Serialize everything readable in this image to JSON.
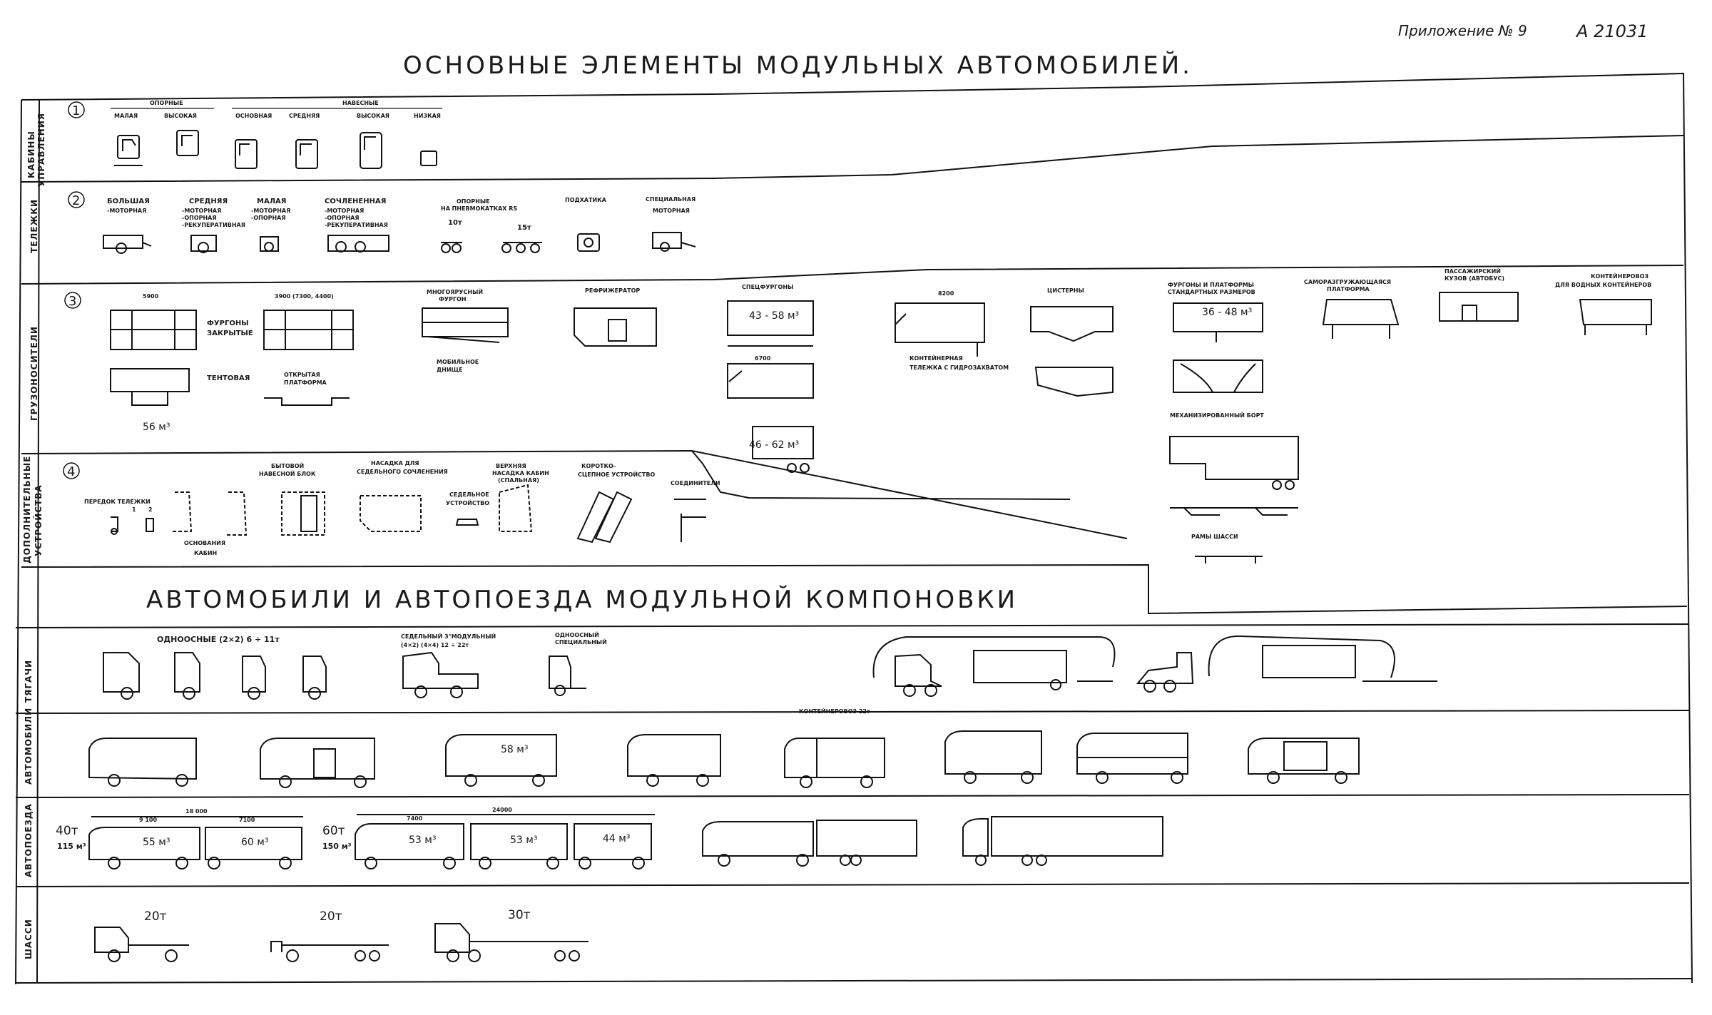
{
  "header": {
    "title": "ОСНОВНЫЕ ЭЛЕМЕНТЫ МОДУЛЬНЫХ АВТОМОБИЛЕЙ.",
    "appendix": "Приложение № 9",
    "code": "А 21031"
  },
  "section2": {
    "title": "АВТОМОБИЛИ И АВТОПОЕЗДА МОДУЛЬНОЙ КОМПОНОВКИ"
  },
  "rows": {
    "cabins": {
      "label_1": "КАБИНЫ",
      "label_2": "УПРАВЛЕНИЯ",
      "num": "1",
      "group_support": "ОПОРНЫЕ",
      "group_hanging": "НАВЕСНЫЕ",
      "items": [
        "МАЛАЯ",
        "ВЫСОКАЯ",
        "ОСНОВНАЯ",
        "СРЕДНЯЯ",
        "ВЫСОКАЯ",
        "НИЗКАЯ"
      ]
    },
    "bogies": {
      "label": "ТЕЛЕЖКИ",
      "num": "2",
      "big": "БОЛЬШАЯ",
      "big_sub": "-МОТОРНАЯ",
      "mid": "СРЕДНЯЯ",
      "mid_sub": [
        "-МОТОРНАЯ",
        "-ОПОРНАЯ",
        "-РЕКУПЕРАТИВНАЯ"
      ],
      "small": "МАЛАЯ",
      "small_sub": [
        "-МОТОРНАЯ",
        "-ОПОРНАЯ"
      ],
      "artic": "СОЧЛЕНЕННАЯ",
      "artic_sub": [
        "-МОТОРНАЯ",
        "-ОПОРНАЯ",
        "-РЕКУПЕРАТИВНАЯ"
      ],
      "support": "ОПОРНЫЕ",
      "support_sub": "НА ПНЕВМОКАТКАХ RS",
      "t10": "10т",
      "t15": "15т",
      "lift": "ПОДХАТИКА",
      "special": "СПЕЦИАЛЬНАЯ",
      "special_sub": "МОТОРНАЯ"
    },
    "carriers": {
      "label": "ГРУЗОНОСИТЕЛИ",
      "num": "3",
      "dim_5900": "5900",
      "dim_3900": "3900 (7300, 4400)",
      "vans_closed": [
        "ФУРГОНЫ",
        "ЗАКРЫТЫЕ"
      ],
      "tent": "ТЕНТОВАЯ",
      "open_platform": [
        "ОТКРЫТАЯ",
        "ПЛАТФОРМА"
      ],
      "vol_56": "56 м³",
      "multitier": [
        "МНОГОЯРУСНЫЙ",
        "ФУРГОН"
      ],
      "removable": [
        "МОБИЛЬНОЕ",
        "ДНИЩЕ"
      ],
      "refrigerator": "РЕФРИЖЕРАТОР",
      "specvans": "СПЕЦФУРГОНЫ",
      "vol_43": "43 - 58 м³",
      "vol_46": "46 - 62 м³",
      "dim_6700": "6700",
      "dim_8200": "8200",
      "container_bogie": [
        "КОНТЕЙНЕРНАЯ",
        "ТЕЛЕЖКА С ГИДРОЗАХВАТОМ"
      ],
      "tanks": "ЦИСТЕРНЫ",
      "std_vans": [
        "ФУРГОНЫ И ПЛАТФОРМЫ",
        "СТАНДАРТНЫХ РАЗМЕРОВ"
      ],
      "vol_36": "36 - 48 м³",
      "mech_side": "МЕХАНИЗИРОВАННЫЙ БОРТ",
      "self_unload": [
        "САМОРАЗГРУЖАЮЩАЯСЯ",
        "ПЛАТФОРМА"
      ],
      "passenger": [
        "ПАССАЖИРСКИЙ",
        "КУЗОВ (АВТОБУС)"
      ],
      "container_carrier": [
        "КОНТЕЙНЕРОВОЗ",
        "ДЛЯ ВОДНЫХ КОНТЕЙНЕРОВ"
      ],
      "chassis_frames": "РАМЫ ШАССИ"
    },
    "extras": {
      "label_1": "ДОПОЛНИТЕЛЬНЫЕ",
      "label_2": "УСТРОЙСТВА",
      "num": "4",
      "front_bogie": "ПЕРЕДОК ТЕЛЕЖКИ",
      "n1": "1",
      "n2": "2",
      "cab_bases": [
        "ОСНОВАНИЯ",
        "КАБИН"
      ],
      "living_block": [
        "БЫТОВОЙ",
        "НАВЕСНОЙ БЛОК"
      ],
      "saddle_attach": [
        "НАСАДКА ДЛЯ",
        "СЕДЕЛЬНОГО СОЧЛЕНЕНИЯ"
      ],
      "saddle_device": [
        "СЕДЕЛЬНОЕ",
        "УСТРОЙСТВО"
      ],
      "top_cab": [
        "ВЕРХНЯЯ",
        "НАСАДКА КАБИН",
        "(СПАЛЬНАЯ)"
      ],
      "coupling": [
        "КОРОТКО-",
        "СЦЕПНОЕ УСТРОЙСТВО"
      ],
      "connectors": "СОЕДИНИТЕЛИ"
    },
    "tractors": {
      "label": "ТЯГАЧИ",
      "single_axle": "ОДНООСНЫЕ (2×2) 6 ÷ 11т",
      "saddle": [
        "СЕДЕЛЬНЫЙ 3°МОДУЛЬНЫЙ",
        "(4×2) (4×4) 12 ÷ 22т"
      ],
      "single_special": [
        "ОДНООСНЫЙ",
        "СПЕЦИАЛЬНЫЙ"
      ]
    },
    "cars": {
      "label": "АВТОМОБИЛИ",
      "container_22": "КОНТЕЙНЕРОВОЗ 22т",
      "vol_58": "58 м³"
    },
    "trains": {
      "label": "АВТОПОЕЗДА",
      "t40": "40т",
      "v115": "115 м³",
      "dim_18000": "18 000",
      "dim_9100": "9 100",
      "dim_7100": "7100",
      "v55": "55 м³",
      "v60": "60 м³",
      "t60": "60т",
      "v150": "150 м³",
      "dim_24000": "24000",
      "dim_7400": "7400",
      "v53a": "53 м³",
      "v53b": "53 м³",
      "v44": "44 м³"
    },
    "chassis": {
      "label": "ШАССИ",
      "t20a": "20т",
      "t20b": "20т",
      "t30": "30т"
    }
  }
}
